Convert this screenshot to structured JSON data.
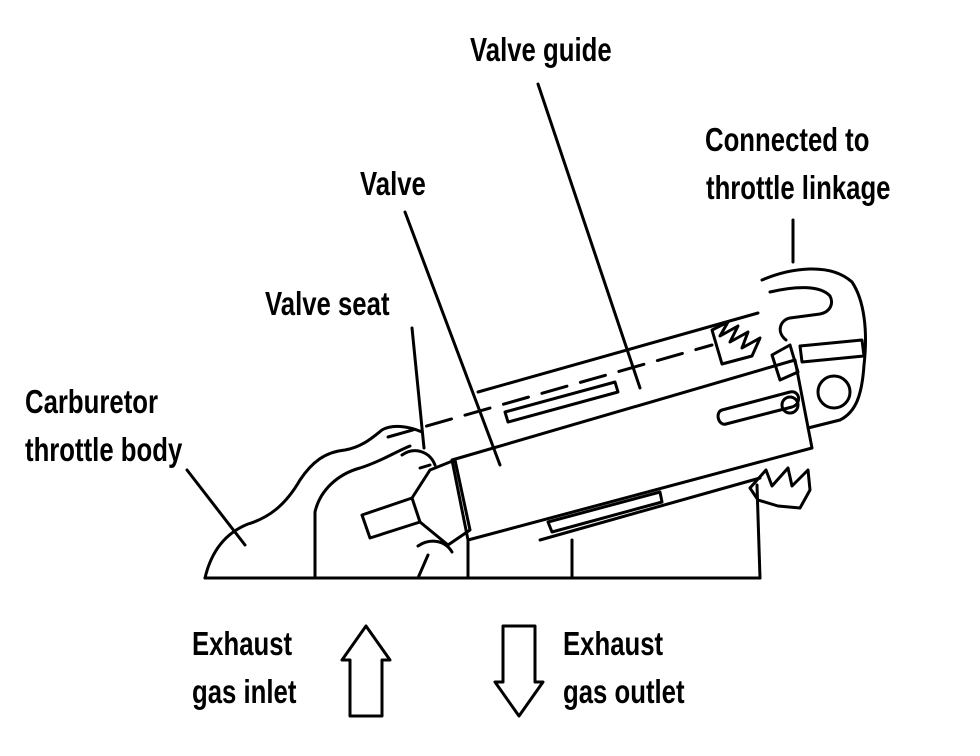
{
  "labels": {
    "valve_guide": "Valve guide",
    "connected_line1": "Connected to",
    "connected_line2": "throttle linkage",
    "valve": "Valve",
    "valve_seat": "Valve seat",
    "carb_line1": "Carburetor",
    "carb_line2": "throttle body",
    "inlet_line1": "Exhaust",
    "inlet_line2": "gas inlet",
    "outlet_line1": "Exhaust",
    "outlet_line2": "gas outlet"
  },
  "colors": {
    "ink": "#000000",
    "paper": "#ffffff"
  }
}
